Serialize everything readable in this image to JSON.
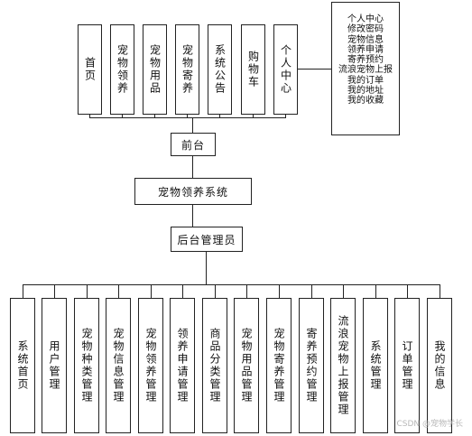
{
  "diagram": {
    "front_modules": [
      "首页",
      "宠物领养",
      "宠物用品",
      "宠物寄养",
      "系统公告",
      "购物车",
      "个人中心"
    ],
    "personal_center_items": [
      "个人中心",
      "修改密码",
      "宠物信息",
      "领养申请",
      "寄养预约",
      "流浪宠物上报",
      "我的订单",
      "我的地址",
      "我的收藏"
    ],
    "front_label": "前台",
    "system_label": "宠物领养系统",
    "back_label": "后台管理员",
    "back_modules": [
      "系统首页",
      "用户管理",
      "宠物种类管理",
      "宠物信息管理",
      "宠物领养管理",
      "领养申请管理",
      "商品分类管理",
      "宠物用品管理",
      "宠物寄养管理",
      "寄养预约管理",
      "流浪宠物上报管理",
      "系统管理",
      "订单管理",
      "我的信息"
    ]
  },
  "watermark": "CSDN @宠物学长"
}
